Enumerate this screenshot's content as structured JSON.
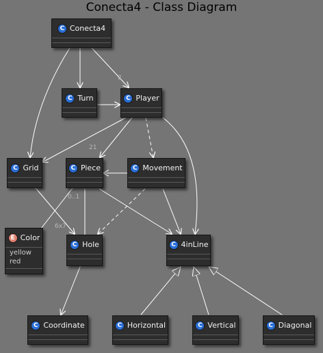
{
  "title": "Conecta4 - Class Diagram",
  "classes": {
    "conecta4": {
      "stereotype": "C",
      "name": "Conecta4"
    },
    "turn": {
      "stereotype": "C",
      "name": "Turn"
    },
    "player": {
      "stereotype": "C",
      "name": "Player"
    },
    "grid": {
      "stereotype": "C",
      "name": "Grid"
    },
    "piece": {
      "stereotype": "C",
      "name": "Piece"
    },
    "movement": {
      "stereotype": "C",
      "name": "Movement"
    },
    "color": {
      "stereotype": "E",
      "name": "Color",
      "values": [
        "yellow",
        "red"
      ]
    },
    "hole": {
      "stereotype": "C",
      "name": "Hole"
    },
    "fourinline": {
      "stereotype": "C",
      "name": "4inLine"
    },
    "coordinate": {
      "stereotype": "C",
      "name": "Coordinate"
    },
    "horizontal": {
      "stereotype": "C",
      "name": "Horizontal"
    },
    "vertical": {
      "stereotype": "C",
      "name": "Vertical"
    },
    "diagonal": {
      "stereotype": "C",
      "name": "Diagonal"
    }
  },
  "multiplicities": {
    "conecta4_player": "2",
    "player_piece": "21",
    "piece_hole": "0..1",
    "grid_hole": "6x7"
  },
  "colors": {
    "background": "#757575",
    "class_fill": "#2d2d2d",
    "class_badge": "#2a6ed6",
    "enum_badge": "#e08070",
    "link": "#ffffff"
  }
}
